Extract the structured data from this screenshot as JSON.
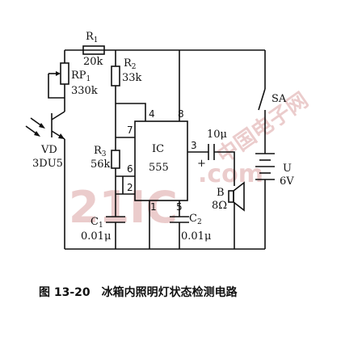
{
  "labels": {
    "r1_name": "R",
    "r1_sub": "1",
    "r1_value": "20k",
    "r2_name": "R",
    "r2_sub": "2",
    "r2_value": "33k",
    "rp1_name": "RP",
    "rp1_sub": "1",
    "rp1_value": "330k",
    "r3_name": "R",
    "r3_sub": "3",
    "r3_value": "56k",
    "vd_name": "VD",
    "vd_value": "3DU5",
    "ic_name": "IC",
    "ic_value": "555",
    "c1_name": "C",
    "c1_sub": "1",
    "c1_value": "0.01μ",
    "c2_name": "C",
    "c2_sub": "2",
    "c2_value": "0.01μ",
    "c3_value": "10μ",
    "plus": "+",
    "speaker_name": "B",
    "speaker_value": "8Ω",
    "switch_name": "SA",
    "battery_name": "U",
    "battery_value": "6V"
  },
  "pins": {
    "p4": "4",
    "p8": "8",
    "p7": "7",
    "p6": "6",
    "p2": "2",
    "p1": "1",
    "p5": "5",
    "p3": "3"
  },
  "watermark": {
    "main": "21IC",
    "cn": "中国电子网",
    "com": ".com"
  },
  "caption": "图 13-20　冰箱内照明灯状态检测电路",
  "colors": {
    "ink": "#111111",
    "watermark": "#e3bdbd",
    "highlight": "#e05050"
  }
}
